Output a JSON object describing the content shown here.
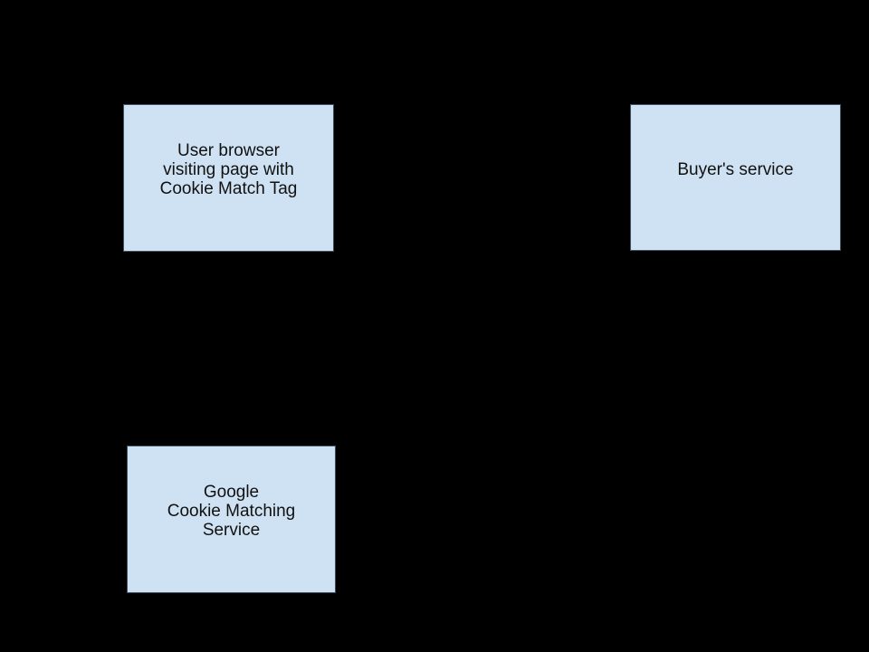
{
  "diagram": {
    "type": "flow-diagram",
    "background_color": "#000000",
    "node_fill_color": "#cfe2f3",
    "node_border_color": "#3f4e5c",
    "node_text_color": "#111111",
    "nodes": [
      {
        "id": "user-browser",
        "lines": [
          "User browser",
          "visiting page with",
          "Cookie Match Tag"
        ]
      },
      {
        "id": "buyers-service",
        "lines": [
          "Buyer's service"
        ]
      },
      {
        "id": "google-cookie-matching-service",
        "lines": [
          "Google",
          "Cookie Matching",
          "Service"
        ]
      }
    ]
  }
}
